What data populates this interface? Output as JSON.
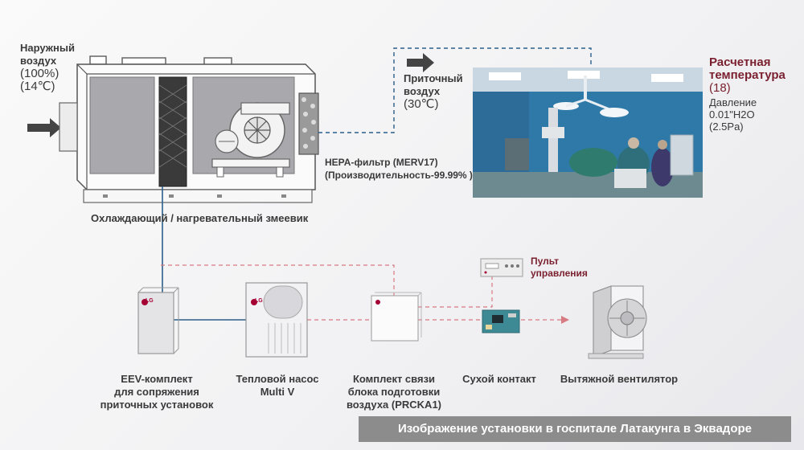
{
  "outdoor_air": {
    "line1": "Наружный",
    "line2": "воздух",
    "line3": "(100%)",
    "line4": "(14℃)"
  },
  "supply_air": {
    "line1": "Приточный",
    "line2": "воздух",
    "line3": "(30℃)"
  },
  "hepa_filter": {
    "line1": "HEPA-фильтр (MERV17)",
    "line2": "(Производительность-99.99% )"
  },
  "coil_label": "Охлаждающий / нагревательный змеевик",
  "design_temp": {
    "line1": "Расчетная",
    "line2": "температура",
    "line3": "(18)"
  },
  "pressure": {
    "line1": "Давление",
    "line2": "0.01\"H2O",
    "line3": "(2.5Pa)"
  },
  "remote": {
    "line1": "Пульт",
    "line2": "управления"
  },
  "components": {
    "eev": {
      "line1": "EEV-комплект",
      "line2": "для сопряжения",
      "line3": "приточных установок"
    },
    "heat_pump": {
      "line1": "Тепловой насос",
      "line2": "Multi V"
    },
    "comm_kit": {
      "line1": "Комплект связи",
      "line2": "блока подготовки",
      "line3": "воздуха (PRCKA1)"
    },
    "dry_contact": "Сухой контакт",
    "exhaust_fan": "Вытяжной вентилятор"
  },
  "brand_logo": "LG",
  "banner": "Изображение установки в госпитале Латакунга в Эквадоре",
  "colors": {
    "accent_red": "#7a1f2e",
    "pipe_blue": "#2b5f8a",
    "signal_red": "#d77a82",
    "banner_gray": "#8c8c8c"
  }
}
